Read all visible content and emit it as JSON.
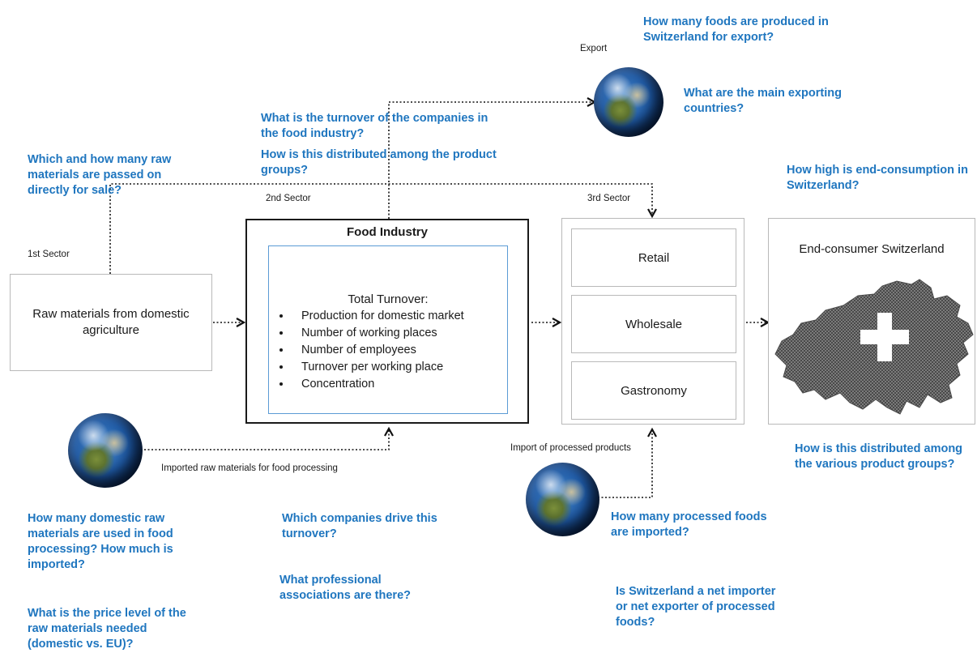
{
  "sectors": {
    "first": "1st Sector",
    "second": "2nd Sector",
    "third": "3rd Sector"
  },
  "flow_labels": {
    "export": "Export",
    "imported_raw": "Imported raw materials for food processing",
    "import_processed": "Import of processed products"
  },
  "raw_materials_box": "Raw materials from domestic agriculture",
  "food_industry": {
    "title": "Food Industry",
    "heading": "Total Turnover:",
    "items": [
      "Production for domestic market",
      "Number of working places",
      "Number of employees",
      "Turnover per working place",
      "Concentration"
    ]
  },
  "third_sector_boxes": [
    "Retail",
    "Wholesale",
    "Gastronomy"
  ],
  "end_consumer": {
    "title": "End-consumer Switzerland"
  },
  "questions": {
    "export_produced": "How many foods are produced in Switzerland for export?",
    "export_countries": "What are the main exporting countries?",
    "turnover": "What is the turnover of the companies in the food industry?",
    "turnover_distribution": "How is this distributed among the  product groups?",
    "raw_direct_sale": "Which and how many raw materials are passed on directly for sale?",
    "end_consumption": "How high is end-consumption in Switzerland?",
    "end_distribution": "How is this distributed among the various product groups?",
    "domestic_raw_used": "How many domestic raw materials are used in food processing? How much is imported?",
    "price_level": "What is the price level of the raw materials needed (domestic vs. EU)?",
    "companies_drive": "Which companies drive this turnover?",
    "professional_assoc": "What professional associations are there?",
    "processed_imported": "How many processed foods are imported?",
    "net_importer": "Is Switzerland a net importer or net exporter of processed foods?"
  },
  "colors": {
    "question_blue": "#1f76bf",
    "box_border_dark": "#1a1a1a",
    "box_border_light": "#b9b9b9",
    "inner_box_border": "#5b9bd5"
  },
  "icons": [
    "globe-icon",
    "switzerland-map-icon"
  ]
}
